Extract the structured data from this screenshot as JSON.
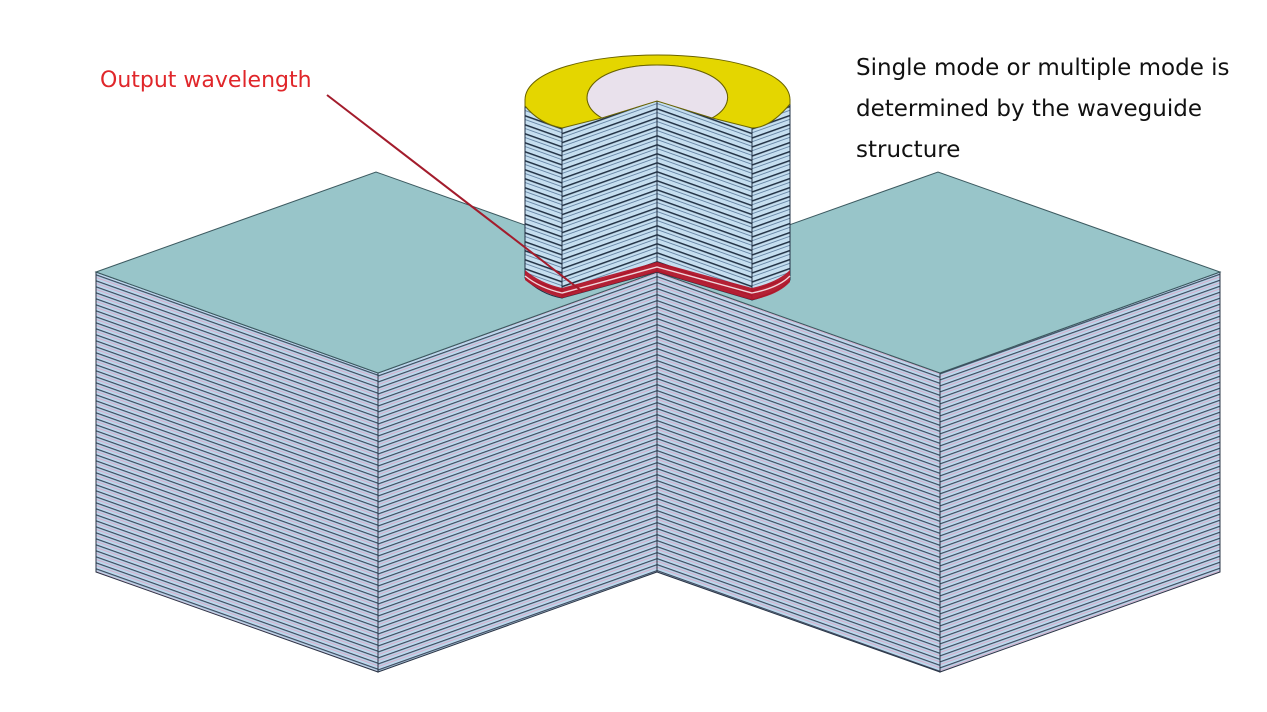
{
  "labels": {
    "output_wavelength": "Output wavelength",
    "waveguide_note": [
      "Single mode or multiple mode is",
      "determined by the waveguide",
      "structure"
    ]
  },
  "colors": {
    "top_face": "#98c5c9",
    "layer_blue": "#bcd7ec",
    "layer_line": "#3c4a5e",
    "layer_pink": "#d6a9c6",
    "active_layer": "#b3162a",
    "ring_top": "#e4d600",
    "ring_inner": "#e9e1ec",
    "annotation_red": "#e0262a"
  }
}
